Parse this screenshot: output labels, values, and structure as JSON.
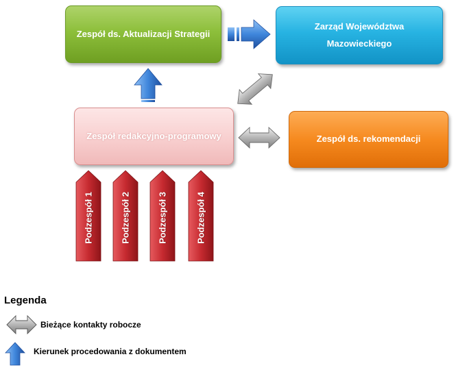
{
  "diagram": {
    "boxes": {
      "strategy": "Zespół ds. Aktualizacji Strategii",
      "zarzad_line1": "Zarząd Województwa",
      "zarzad_line2": "Mazowieckiego",
      "redakcyjno": "Zespół redakcyjno-programowy",
      "rekomendacji": "Zespół ds. rekomendacji"
    },
    "subteams": [
      "Podzespół 1",
      "Podzespół 2",
      "Podzespół 3",
      "Podzespół 4"
    ],
    "colors": {
      "strategy": "#8dbf3b",
      "zarzad": "#27b3e2",
      "redakcyjno": "#f8cfcf",
      "rekomendacji": "#f68a1f",
      "subteam_red": "#c0282d",
      "arrow_blue": "#2f6fc6",
      "arrow_gray": "#a6a6a6"
    }
  },
  "legend": {
    "title": "Legenda",
    "items": [
      {
        "icon": "double-gray-arrow-icon",
        "label": "Bieżące kontakty robocze"
      },
      {
        "icon": "up-blue-arrow-icon",
        "label": "Kierunek procedowania z dokumentem"
      }
    ]
  }
}
